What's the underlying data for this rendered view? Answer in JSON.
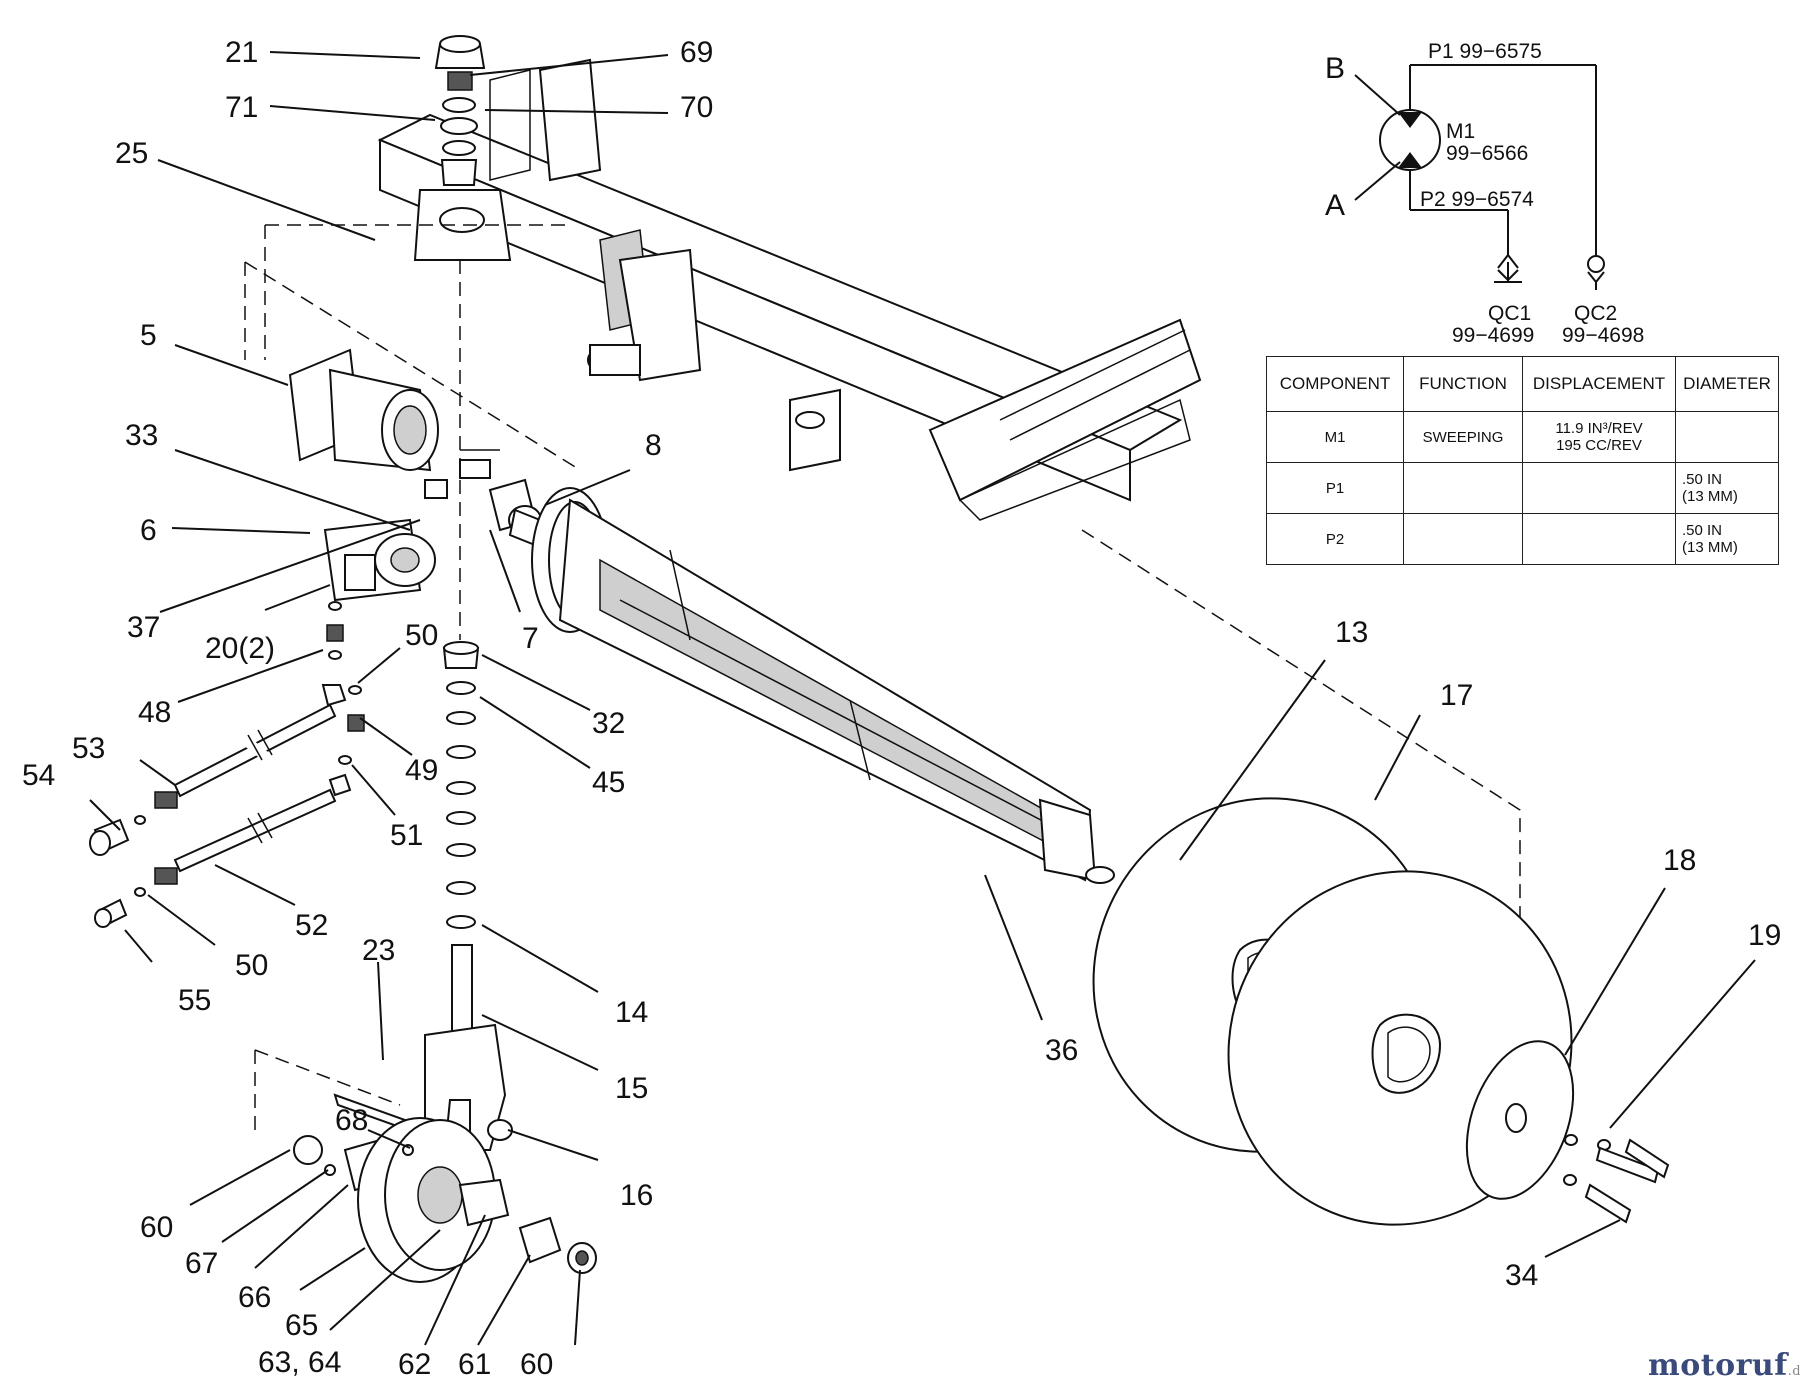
{
  "callouts": [
    {
      "id": "21",
      "text": "21"
    },
    {
      "id": "69",
      "text": "69"
    },
    {
      "id": "71",
      "text": "71"
    },
    {
      "id": "70",
      "text": "70"
    },
    {
      "id": "25",
      "text": "25"
    },
    {
      "id": "5",
      "text": "5"
    },
    {
      "id": "33",
      "text": "33"
    },
    {
      "id": "8",
      "text": "8"
    },
    {
      "id": "6",
      "text": "6"
    },
    {
      "id": "37",
      "text": "37"
    },
    {
      "id": "20-2",
      "text": "20(2)"
    },
    {
      "id": "7",
      "text": "7"
    },
    {
      "id": "50a",
      "text": "50"
    },
    {
      "id": "48",
      "text": "48"
    },
    {
      "id": "32",
      "text": "32"
    },
    {
      "id": "53",
      "text": "53"
    },
    {
      "id": "45",
      "text": "45"
    },
    {
      "id": "54",
      "text": "54"
    },
    {
      "id": "49",
      "text": "49"
    },
    {
      "id": "51",
      "text": "51"
    },
    {
      "id": "52",
      "text": "52"
    },
    {
      "id": "50b",
      "text": "50"
    },
    {
      "id": "55",
      "text": "55"
    },
    {
      "id": "23",
      "text": "23"
    },
    {
      "id": "14",
      "text": "14"
    },
    {
      "id": "15",
      "text": "15"
    },
    {
      "id": "68",
      "text": "68"
    },
    {
      "id": "16",
      "text": "16"
    },
    {
      "id": "60a",
      "text": "60"
    },
    {
      "id": "67",
      "text": "67"
    },
    {
      "id": "66",
      "text": "66"
    },
    {
      "id": "65",
      "text": "65"
    },
    {
      "id": "63-64",
      "text": "63, 64"
    },
    {
      "id": "62",
      "text": "62"
    },
    {
      "id": "61",
      "text": "61"
    },
    {
      "id": "60b",
      "text": "60"
    },
    {
      "id": "13",
      "text": "13"
    },
    {
      "id": "17",
      "text": "17"
    },
    {
      "id": "18",
      "text": "18"
    },
    {
      "id": "19",
      "text": "19"
    },
    {
      "id": "36",
      "text": "36"
    },
    {
      "id": "34",
      "text": "34"
    }
  ],
  "schematic": {
    "port_b": "B",
    "port_a": "A",
    "motor_name": "M1",
    "motor_part": "99−6566",
    "line_p1": "P1 99−6575",
    "line_p2": "P2 99−6574",
    "qc1_name": "QC1",
    "qc1_part": "99−4699",
    "qc2_name": "QC2",
    "qc2_part": "99−4698"
  },
  "table": {
    "headers": [
      "COMPONENT",
      "FUNCTION",
      "DISPLACEMENT",
      "DIAMETER"
    ],
    "rows": [
      {
        "component": "M1",
        "function": "SWEEPING",
        "disp1": "11.9 IN³/REV",
        "disp2": "195 CC/REV",
        "dia1": "",
        "dia2": ""
      },
      {
        "component": "P1",
        "function": "",
        "disp1": "",
        "disp2": "",
        "dia1": ".50 IN",
        "dia2": "(13 MM)"
      },
      {
        "component": "P2",
        "function": "",
        "disp1": "",
        "disp2": "",
        "dia1": ".50 IN",
        "dia2": "(13 MM)"
      }
    ]
  },
  "watermark": {
    "brand": "motoruf",
    "tld": ".de"
  }
}
